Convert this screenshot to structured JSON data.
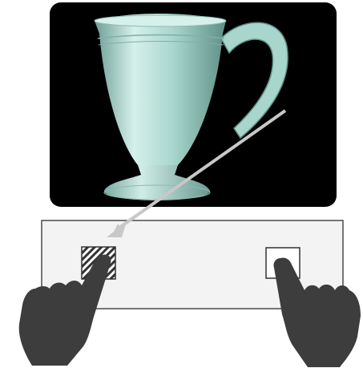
{
  "colors": {
    "photo_background": "#000000",
    "cup_body": "#a8d6cd",
    "cup_highlight": "#d6f0ea",
    "cup_shadow": "#6c9e95",
    "arrow": "#c8c8c8",
    "panel_fill": "#f3f3f3",
    "panel_stroke": "#4a4a4a",
    "hand": "#3d3d3d",
    "hatch_dark": "#333333",
    "hatch_light": "#ffffff"
  },
  "icons": {
    "photo": "teacup-photo",
    "arrow": "diagonal-arrow",
    "left_hand": "pointing-hand-left",
    "right_hand": "pointing-hand-right",
    "left_target": "hatched-square-target",
    "right_target": "empty-square-target"
  }
}
